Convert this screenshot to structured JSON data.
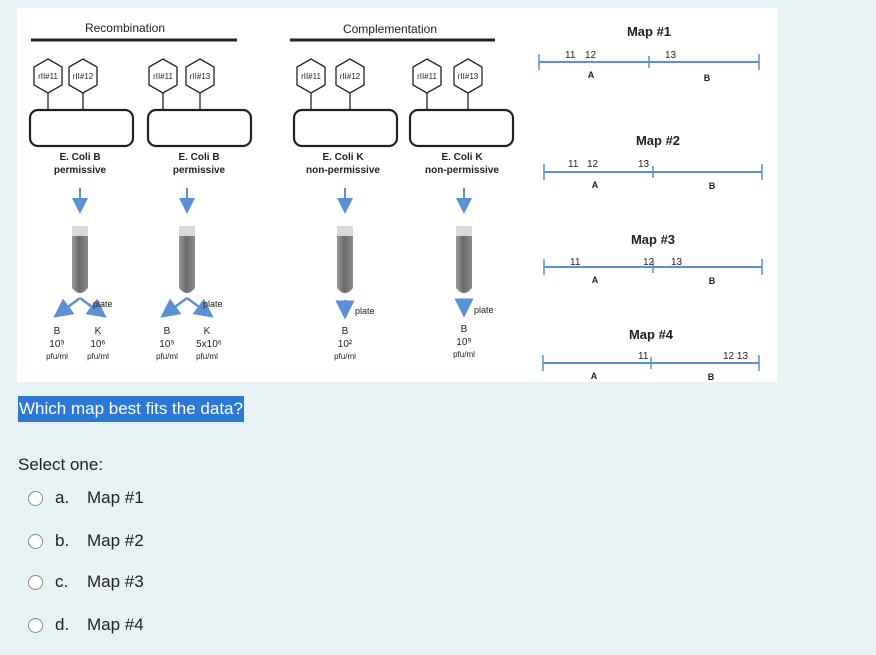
{
  "figure": {
    "recombination_title": "Recombination",
    "complementation_title": "Complementation",
    "phages": [
      "rII#11",
      "rII#12",
      "rII#11",
      "rII#13",
      "rII#11",
      "rII#12",
      "rII#11",
      "rII#13"
    ],
    "hosts": [
      {
        "line1": "E. Coli B",
        "line2": "permissive"
      },
      {
        "line1": "E. Coli B",
        "line2": "permissive"
      },
      {
        "line1": "E. Coli K",
        "line2": "non-permissive"
      },
      {
        "line1": "E. Coli K",
        "line2": "non-permissive"
      }
    ],
    "plate_label": "plate",
    "results": [
      {
        "b_label": "B",
        "k_label": "K",
        "b_value": "10⁹",
        "k_value": "10⁶",
        "b_unit": "pfu/ml",
        "k_unit": "pfu/ml"
      },
      {
        "b_label": "B",
        "k_label": "K",
        "b_value": "10⁹",
        "k_value": "5x10⁶",
        "b_unit": "pfu/ml",
        "k_unit": "pfu/ml"
      },
      {
        "b_label": "B",
        "b_value": "10²",
        "b_unit": "pfu/ml"
      },
      {
        "b_label": "B",
        "b_value": "10⁹",
        "b_unit": "pfu/ml"
      }
    ],
    "maps": [
      {
        "title": "Map #1",
        "labels": [
          "11",
          "12",
          "13"
        ],
        "gene_a": "A",
        "gene_b": "B"
      },
      {
        "title": "Map #2",
        "labels": [
          "11",
          "12",
          "13"
        ],
        "gene_a": "A",
        "gene_b": "B"
      },
      {
        "title": "Map #3",
        "labels": [
          "11",
          "12",
          "13"
        ],
        "gene_a": "A",
        "gene_b": "B"
      },
      {
        "title": "Map #4",
        "labels": [
          "11",
          "12 13"
        ],
        "gene_a": "A",
        "gene_b": "B"
      }
    ]
  },
  "question": "Which map best fits the data?",
  "select_label": "Select one:",
  "options": [
    {
      "letter": "a.",
      "label": "Map #1"
    },
    {
      "letter": "b.",
      "label": "Map #2"
    },
    {
      "letter": "c.",
      "label": "Map #3"
    },
    {
      "letter": "d.",
      "label": "Map #4"
    }
  ]
}
